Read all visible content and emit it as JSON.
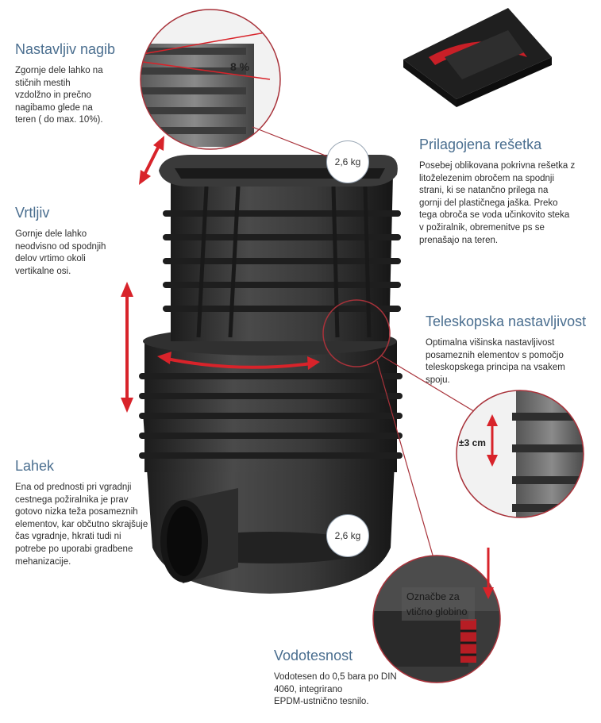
{
  "features": {
    "nagib": {
      "title": "Nastavljiv nagib",
      "lines": [
        "Zgornje dele lahko na",
        "stičnih mestih",
        "vzdolžno in prečno",
        "nagibamo glede na",
        "teren ( do max. 10%)."
      ],
      "detail_label": "8 %"
    },
    "vrtljiv": {
      "title": "Vrtljiv",
      "lines": [
        "Gornje dele lahko",
        "neodvisno od spodnjih",
        "delov vrtimo okoli",
        "vertikalne osi."
      ]
    },
    "lahek": {
      "title": "Lahek",
      "lines": [
        "Ena od prednosti pri vgradnji",
        "cestnega požiralnika je prav",
        "gotovo  nizka teža posameznih",
        "elementov, kar občutno skrajšuje",
        "čas vgradnje, hkrati tudi ni",
        "potrebe po uporabi gradbene",
        "mehanizacije."
      ]
    },
    "resetka": {
      "title": "Prilagojena rešetka",
      "lines": [
        "Posebej oblikovana pokrivna rešetka z",
        "litoželezenim obročem na spodnji",
        "strani, ki  se natančno prilega na",
        "gornji del plastičnega jaška. Preko",
        "tega obroča se voda učinkovito steka",
        "v požiralnik, obremenitve ps se",
        "prenašajo na teren."
      ]
    },
    "teleskop": {
      "title": "Teleskopska nastavljivost",
      "lines": [
        "Optimalna višinska nastavljivost",
        "posameznih elementov s pomočjo",
        "teleskopskega principa na vsakem",
        "spoju."
      ],
      "detail_label": "±3 cm"
    },
    "vodotesnost": {
      "title": "Vodotesnost",
      "lines": [
        "Vodotesen do 0,5 bara po DIN",
        "4060, integrirano",
        "EPDM-ustnično tesnilo."
      ],
      "detail_lines": [
        "Označbe za",
        "vtično globino"
      ]
    }
  },
  "weights": {
    "upper": "2,6 kg",
    "lower": "2,6 kg"
  },
  "colors": {
    "heading": "#4a6e8f",
    "accent_red": "#d8232a",
    "product_black": "#2a2a2a"
  }
}
